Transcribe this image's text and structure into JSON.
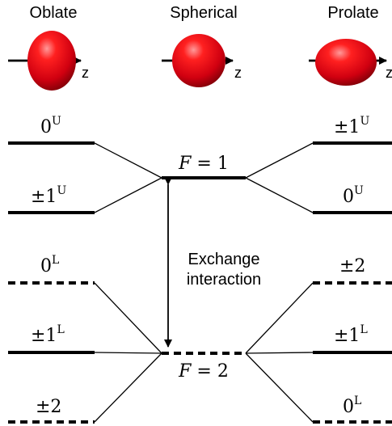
{
  "shapes": {
    "oblate": {
      "label": "Oblate",
      "axis": "z"
    },
    "spherical": {
      "label": "Spherical",
      "axis": "z"
    },
    "prolate": {
      "label": "Prolate",
      "axis": "z"
    }
  },
  "levels": {
    "left": {
      "zero_upper": {
        "base": "0",
        "sup": "U"
      },
      "pm1_upper": {
        "base": "±1",
        "sup": "U"
      },
      "zero_lower": {
        "base": "0",
        "sup": "L"
      },
      "pm1_lower": {
        "base": "±1",
        "sup": "L"
      },
      "pm2": {
        "base": "±2",
        "sup": ""
      }
    },
    "center": {
      "f1": {
        "var": "F",
        "rest": " = 1"
      },
      "f2": {
        "var": "F",
        "rest": " = 2"
      }
    },
    "right": {
      "pm1_upper": {
        "base": "±1",
        "sup": "U"
      },
      "zero_upper": {
        "base": "0",
        "sup": "U"
      },
      "pm2": {
        "base": "±2",
        "sup": ""
      },
      "pm1_lower": {
        "base": "±1",
        "sup": "L"
      },
      "zero_lower": {
        "base": "0",
        "sup": "L"
      }
    }
  },
  "exchange": {
    "line1": "Exchange",
    "line2": "interaction"
  },
  "colors": {
    "ellipsoid": "#e60012",
    "line": "#000000"
  }
}
